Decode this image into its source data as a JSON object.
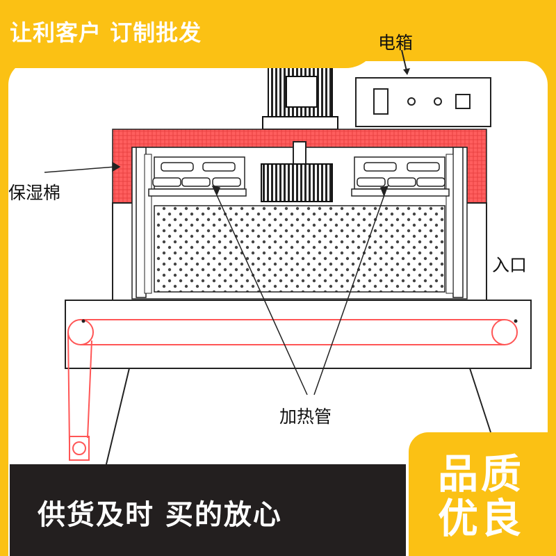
{
  "top_banner": {
    "text": "让利客户 订制批发"
  },
  "diagram_labels": {
    "control_box": "电箱",
    "insulation": "保湿棉",
    "entrance": "入口",
    "heating_tube": "加热管"
  },
  "bottom_bar": {
    "text": "供货及时   买的放心"
  },
  "quality_badge": {
    "text": "品质优良"
  },
  "colors": {
    "accent": "#fbc114",
    "dark": "#231f1f",
    "insulation_red": "#ff4a4a",
    "belt_red": "#ff5555"
  }
}
